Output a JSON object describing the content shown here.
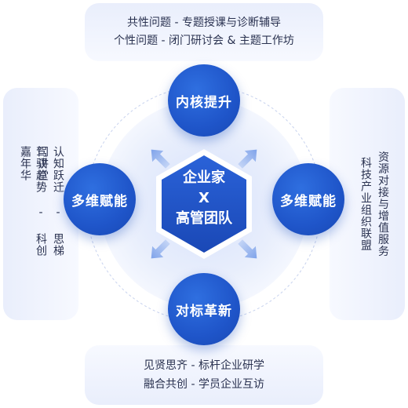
{
  "panels": {
    "top": {
      "line1": "共性问题 - 专题授课与诊断辅导",
      "line2": "个性问题 - 闭门研讨会 & 主题工作坊"
    },
    "bottom": {
      "line1": "见贤思齐 - 标杆企业研学",
      "line2": "融合共创 - 学员企业互访"
    },
    "left": {
      "line1": "认知跃迁 - 思梯门讲堂",
      "line2": "驾驭趋势 - 科创嘉年华"
    },
    "right": {
      "line1": "资源对接与增值服务",
      "line2": "科技产业组织联盟"
    }
  },
  "nodes": {
    "top": "内核提升",
    "bottom": "对标革新",
    "left": "多维赋能",
    "right": "多维赋能"
  },
  "center": {
    "line1": "企业家",
    "line2": "X",
    "line3": "高管团队"
  },
  "colors": {
    "node": "#1f55c9",
    "hex": "#1e4fc2",
    "arrow": "#8fb0ee",
    "panel": "#eef2fc"
  },
  "icons": {
    "arrows": "arrow-icon"
  }
}
